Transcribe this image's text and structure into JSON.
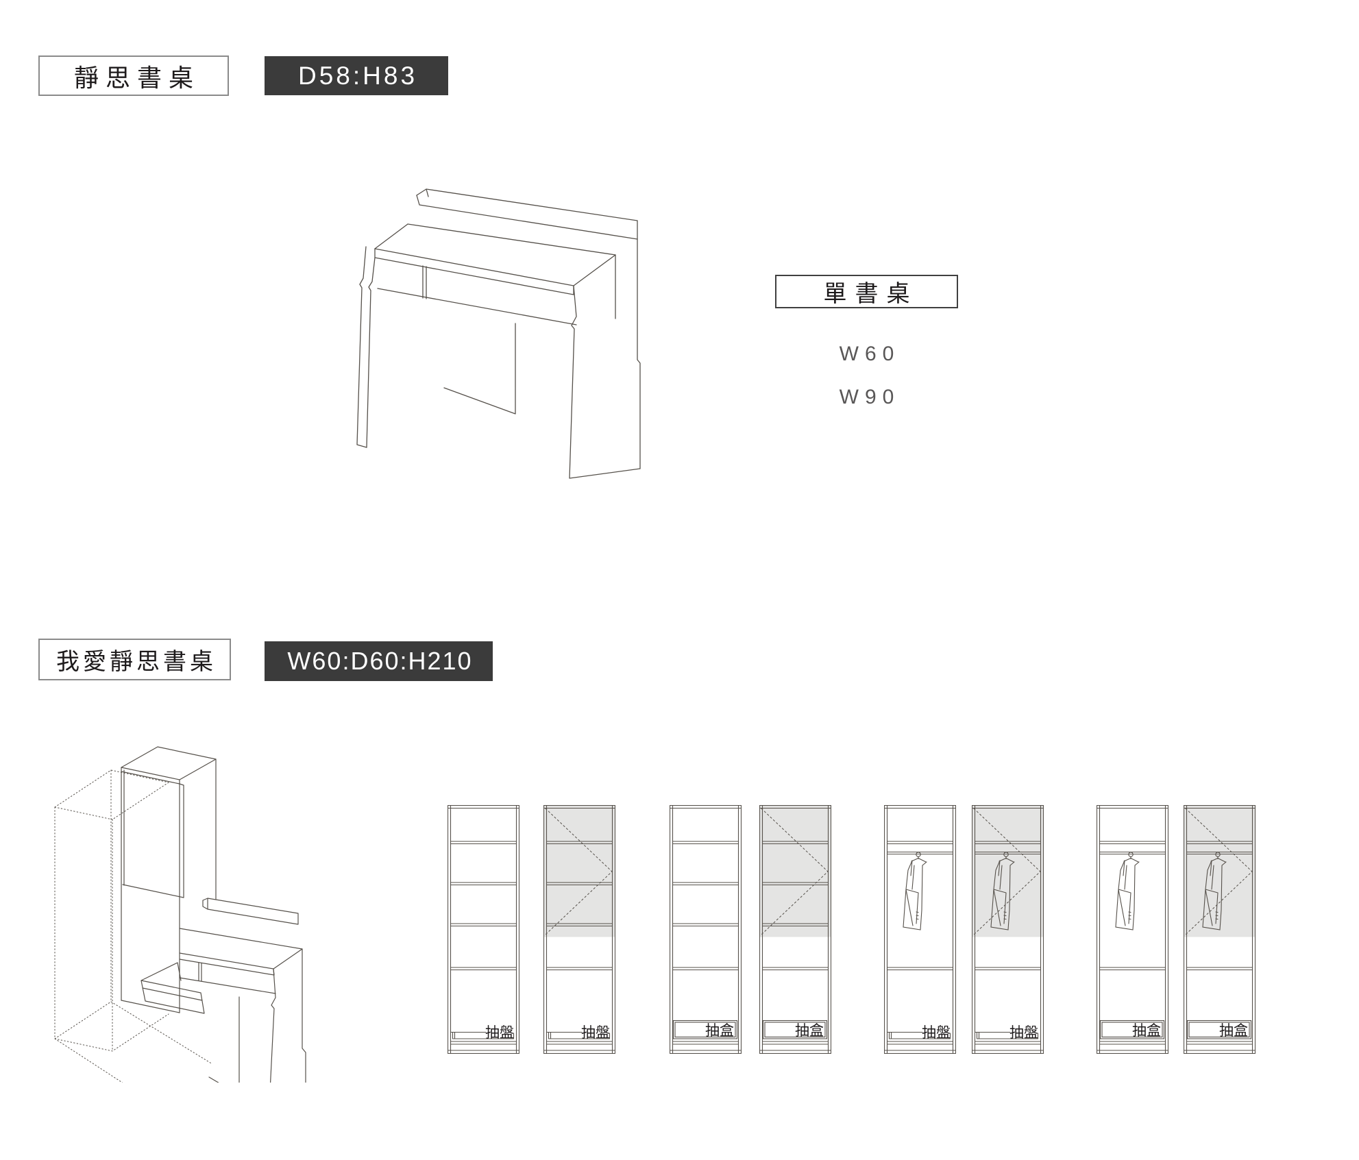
{
  "desk_section": {
    "title": "靜思書桌",
    "dimensions": "D58:H83",
    "variant": "單書桌",
    "width_options": [
      "W60",
      "W90"
    ]
  },
  "wardrobe_section": {
    "title": "我愛靜思書桌",
    "dimensions": "W60:D60:H210",
    "panel_labels": {
      "tray": "抽盤",
      "box": "抽盒"
    },
    "panels": [
      {
        "drawer": "tray",
        "clothes": false,
        "shaded": false
      },
      {
        "drawer": "tray",
        "clothes": false,
        "shaded": true
      },
      {
        "drawer": "box",
        "clothes": false,
        "shaded": false
      },
      {
        "drawer": "box",
        "clothes": false,
        "shaded": true
      },
      {
        "drawer": "tray",
        "clothes": true,
        "shaded": false
      },
      {
        "drawer": "tray",
        "clothes": true,
        "shaded": true
      },
      {
        "drawer": "box",
        "clothes": true,
        "shaded": false
      },
      {
        "drawer": "box",
        "clothes": true,
        "shaded": true
      }
    ]
  },
  "colors": {
    "line": "#55504a",
    "badge_bg": "#3b3b3b",
    "badge_text": "#ffffff",
    "shade": "#e4e4e3",
    "text": "#1d1a1b",
    "muted_text": "#595757"
  }
}
